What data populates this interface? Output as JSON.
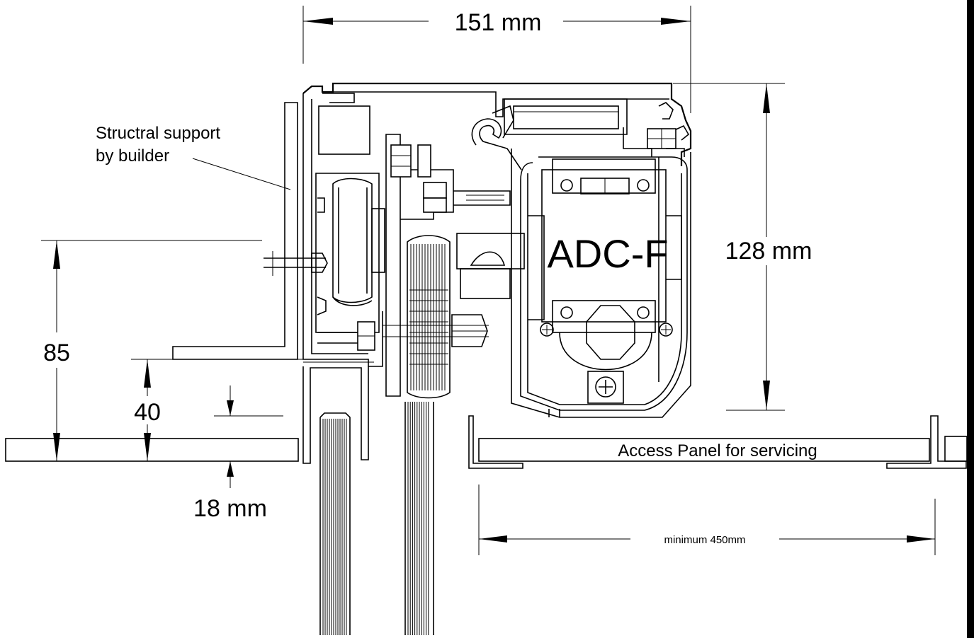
{
  "labels": {
    "width_dim": "151 mm",
    "height_dim": "128 mm",
    "dim_85": "85",
    "dim_40": "40",
    "dim_18": "18 mm",
    "support_line1": "Structral support",
    "support_line2": "by builder",
    "model": "ADC-F",
    "access_panel": "Access Panel for servicing",
    "min_clearance": "minimum 450mm"
  },
  "colors": {
    "line": "#000000",
    "background": "#ffffff",
    "right_edge_bar": "#000000"
  }
}
